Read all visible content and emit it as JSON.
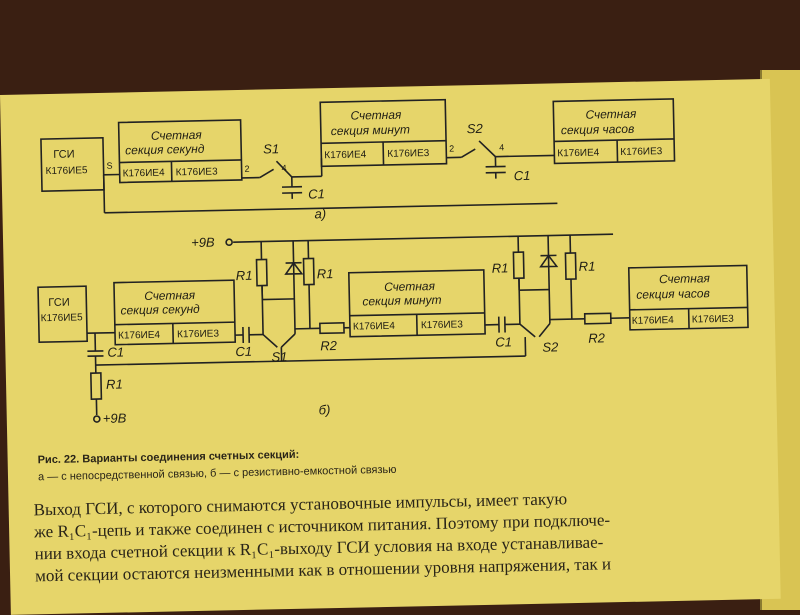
{
  "diagram_a": {
    "gsi_line1": "ГСИ",
    "gsi_line2": "К176ИЕ5",
    "pin_s": "S",
    "block_seconds_line1": "Счетная",
    "block_seconds_line2": "секция секунд",
    "block_minutes_line1": "Счетная",
    "block_minutes_line2": "секция минут",
    "block_hours_line1": "Счетная",
    "block_hours_line2": "секция часов",
    "chip_left": "К176ИЕ4",
    "chip_right": "К176ИЕ3",
    "switch1": "S1",
    "switch2": "S2",
    "cap": "C1",
    "pin_2": "2",
    "pin_4": "4",
    "label": "а)"
  },
  "diagram_b": {
    "supply_top": "+9В",
    "supply_bottom": "+9В",
    "gsi_line1": "ГСИ",
    "gsi_line2": "К176ИЕ5",
    "block_seconds_line1": "Счетная",
    "block_seconds_line2": "секция секунд",
    "block_minutes_line1": "Счетная",
    "block_minutes_line2": "секция минут",
    "block_hours_line1": "Счетная",
    "block_hours_line2": "секция часов",
    "chip_left": "К176ИЕ4",
    "chip_right": "К176ИЕ3",
    "r1": "R1",
    "r2": "R2",
    "c1": "C1",
    "switch1": "S1",
    "switch2": "S2",
    "label": "б)"
  },
  "caption": {
    "title": "Рис. 22. Варианты соединения счетных секций:",
    "subtitle": "а — с непосредственной связью, б — с резистивно-емкостной связью"
  },
  "body": {
    "line1": "Выход ГСИ, с которого снимаются установочные импульсы, имеет такую",
    "line2": "же R₁C₁-цепь и также соединен с источником питания. Поэтому при подключе-",
    "line3": "нии входа счетной секции к R₁C₁-выходу ГСИ условия на входе устанавливае-",
    "line4": "мой секции остаются неизменными как в отношении уровня напряжения, так и"
  }
}
